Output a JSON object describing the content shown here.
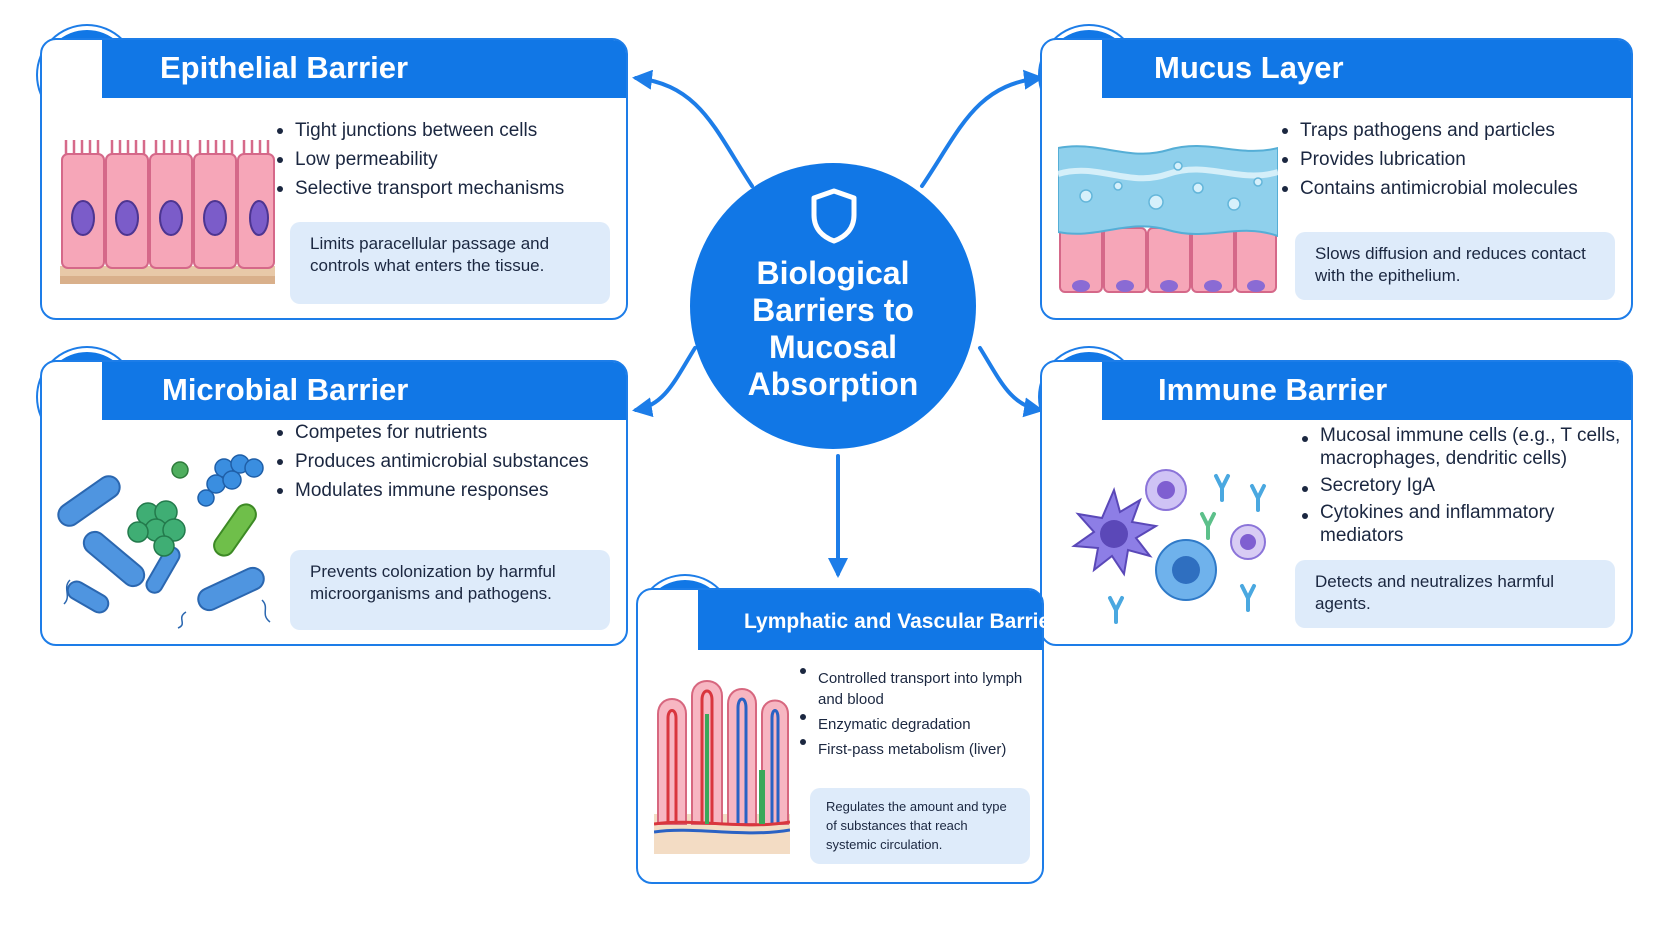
{
  "center": {
    "title": "Biological Barriers to Mucosal Absorption",
    "icon": "shield-icon"
  },
  "cards": {
    "epithelial": {
      "title": "Epithelial Barrier",
      "icon": "epithelial-cells-icon",
      "bullets": [
        "Tight junctions between cells",
        "Low permeability",
        "Selective transport mechanisms"
      ],
      "note": "Limits paracellular passage and controls what enters the tissue."
    },
    "mucus": {
      "title": "Mucus Layer",
      "icon": "droplet-icon",
      "bullets": [
        "Traps pathogens and particles",
        "Provides lubrication",
        "Contains antimicrobial molecules"
      ],
      "note": "Slows diffusion and reduces contact with the epithelium."
    },
    "microbial": {
      "title": "Microbial Barrier",
      "icon": "bacterium-icon",
      "bullets": [
        "Competes for nutrients",
        "Produces antimicrobial substances",
        "Modulates immune responses"
      ],
      "note": "Prevents colonization by harmful microorganisms and pathogens."
    },
    "immune": {
      "title": "Immune Barrier",
      "icon": "immune-shield-icon",
      "bullets": [
        "Mucosal immune cells (e.g., T cells, macrophages, dendritic cells)",
        "Secretory IgA",
        "Cytokines and inflammatory mediators"
      ],
      "note": "Detects and neutralizes harmful agents."
    },
    "lymphatic": {
      "title": "Lymphatic and Vascular Barriers",
      "icon": "vessel-branch-icon",
      "bullets": [
        "Controlled transport into lymph and blood",
        "Enzymatic degradation",
        "First-pass metabolism (liver)"
      ],
      "note": "Regulates the amount and type of substances that reach systemic circulation."
    }
  },
  "colors": {
    "primary": "#1177e6",
    "note_bg": "#deebfa",
    "text": "#1b2740",
    "connector": "#1d7de8"
  }
}
